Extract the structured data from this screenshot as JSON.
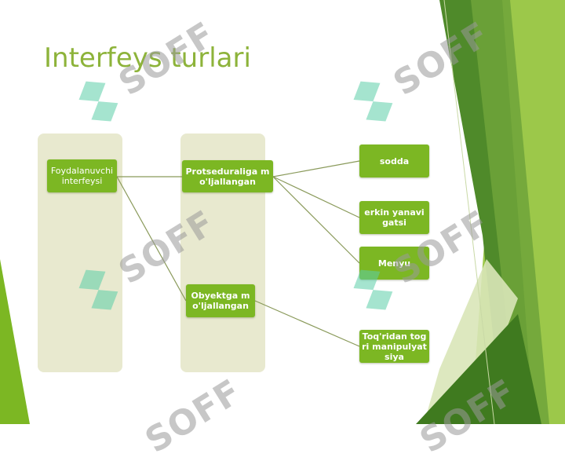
{
  "slide": {
    "title": "Interfeys turlari"
  },
  "diagram": {
    "nodes": {
      "root": "Foydalanuvchi interfeysi",
      "procedural": "Protseduraliga mo'ljallangan",
      "object": "Obyektga mo'ljallangan",
      "simple": "sodda",
      "free_nav": "erkin yanavigatsi",
      "menu": "Menyu",
      "direct": "Toq'ridan togri manipulyatsiya"
    }
  },
  "watermark": {
    "text": "SOFF",
    "color": "#9a9a9a",
    "logo_color": "#5ccfa8"
  },
  "colors": {
    "title": "#8db33a",
    "node_fill": "#7cb723",
    "column_fill": "#e8e9cf",
    "connector": "#8a9a5b",
    "deco_green_dark": "#4f8a2a",
    "deco_green_light": "#9cc84a"
  }
}
